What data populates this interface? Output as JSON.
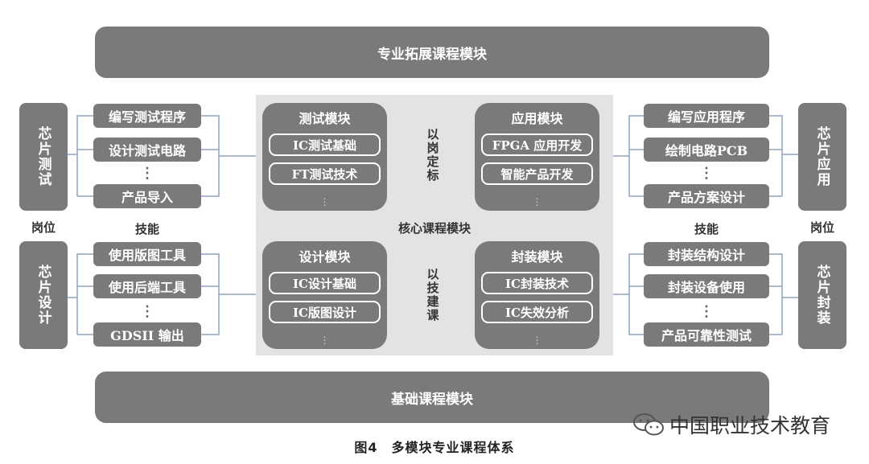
{
  "top_module": "专业拓展课程模块",
  "bottom_module": "基础课程模块",
  "core_label": "核心课程模块",
  "mid_top_text": "以岗定标",
  "mid_bottom_text": "以技建课",
  "dots": "⋮",
  "left": {
    "post_top": "芯片测试",
    "post_bottom": "芯片设计",
    "post_label": "岗位",
    "skill_label": "技能",
    "skills_top": [
      "编写测试程序",
      "设计测试电路",
      "产品导入"
    ],
    "skills_bottom": [
      "使用版图工具",
      "使用后端工具",
      "GDSII 输出"
    ]
  },
  "right": {
    "post_top": "芯片应用",
    "post_bottom": "芯片封装",
    "post_label": "岗位",
    "skill_label": "技能",
    "skills_top": [
      "编写应用程序",
      "绘制电路PCB",
      "产品方案设计"
    ],
    "skills_bottom": [
      "封装结构设计",
      "封装设备使用",
      "产品可靠性测试"
    ]
  },
  "modules": {
    "test": {
      "title": "测试模块",
      "items": [
        "IC测试基础",
        "FT测试技术"
      ]
    },
    "app": {
      "title": "应用模块",
      "items": [
        "FPGA 应用开发",
        "智能产品开发"
      ]
    },
    "design": {
      "title": "设计模块",
      "items": [
        "IC设计基础",
        "IC版图设计"
      ]
    },
    "package": {
      "title": "封装模块",
      "items": [
        "IC封装技术",
        "IC失效分析"
      ]
    }
  },
  "watermark": "中国职业技术教育",
  "caption": "图4　多模块专业课程体系",
  "colors": {
    "box": "#7a7a7a",
    "core_bg": "#e3e3e3",
    "line": "#8fa3bf"
  }
}
